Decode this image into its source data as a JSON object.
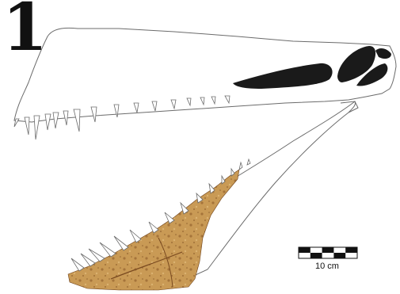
{
  "panel": {
    "label": "1"
  },
  "scale_bar": {
    "label": "10 cm",
    "length_cm": 10
  },
  "colors": {
    "outline": "#6b6b6b",
    "openings": "#1a1a1a",
    "tooth_fill": "#ffffff",
    "fossil_main": "#c99a55",
    "fossil_dark": "#8a5a28",
    "scale_dark": "#111111"
  }
}
